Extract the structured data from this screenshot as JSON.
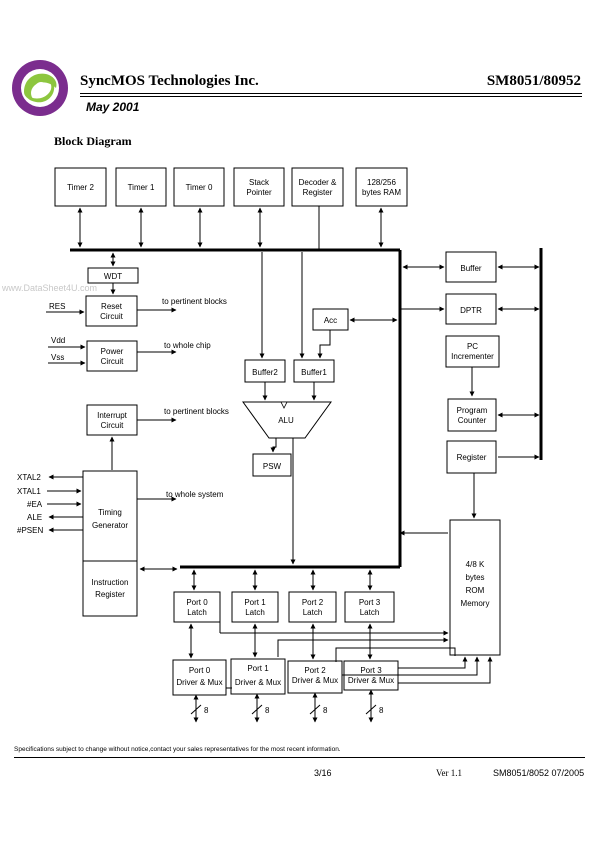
{
  "header": {
    "company": "SyncMOS Technologies Inc.",
    "part_number": "SM8051/80952",
    "date": "May 2001",
    "logo_colors": [
      "#7b2d8e",
      "#8dc63f"
    ]
  },
  "section_title": "Block Diagram",
  "watermark": "www.DataSheet4U.com",
  "diagram": {
    "top_blocks": {
      "timer2": "Timer 2",
      "timer1": "Timer 1",
      "timer0": "Timer 0",
      "stack_l1": "Stack",
      "stack_l2": "Pointer",
      "decoder_l1": "Decoder &",
      "decoder_l2": "Register",
      "ram_l1": "128/256",
      "ram_l2": "bytes RAM"
    },
    "left_blocks": {
      "wdt": "WDT",
      "reset_l1": "Reset",
      "reset_l2": "Circuit",
      "power_l1": "Power",
      "power_l2": "Circuit",
      "interrupt_l1": "Interrupt",
      "interrupt_l2": "Circuit",
      "timing_l1": "Timing",
      "timing_l2": "Generator",
      "instr_l1": "Instruction",
      "instr_l2": "Register"
    },
    "core_blocks": {
      "acc": "Acc",
      "buffer2": "Buffer2",
      "buffer1": "Buffer1",
      "alu": "ALU",
      "psw": "PSW"
    },
    "right_blocks": {
      "buffer": "Buffer",
      "dptr": "DPTR",
      "pc_l1": "PC",
      "pc_l2": "Incrementer",
      "progcnt_l1": "Program",
      "progcnt_l2": "Counter",
      "register": "Register",
      "rom_l1": "4/8 K",
      "rom_l2": "bytes",
      "rom_l3": "ROM",
      "rom_l4": "Memory"
    },
    "ports": {
      "latch0_l1": "Port 0",
      "latch0_l2": "Latch",
      "latch1_l1": "Port 1",
      "latch1_l2": "Latch",
      "latch2_l1": "Port 2",
      "latch2_l2": "Latch",
      "latch3_l1": "Port 3",
      "latch3_l2": "Latch",
      "drv0_l1": "Port 0",
      "drv0_l2": "Driver & Mux",
      "drv1_l1": "Port 1",
      "drv1_l2": "Driver & Mux",
      "drv2_l1": "Port 2",
      "drv2_l2": "Driver & Mux",
      "drv3_l1": "Port 3",
      "drv3_l2": "Driver & Mux",
      "width": "8"
    },
    "signals": {
      "res": "RES",
      "vdd": "Vdd",
      "vss": "Vss",
      "xtal2": "XTAL2",
      "xtal1": "XTAL1",
      "ea": "#EA",
      "ale": "ALE",
      "psen": "#PSEN",
      "to_pertinent_1": "to pertinent blocks",
      "to_whole_chip": "to whole chip",
      "to_pertinent_2": "to pertinent blocks",
      "to_whole_system": "to whole system"
    }
  },
  "footer": {
    "notice": "Specifications subject to change without notice,contact your sales representatives for the most recent information.",
    "page": "3/16",
    "version": "Ver 1.1",
    "doc_info": "SM8051/8052 07/2005"
  }
}
